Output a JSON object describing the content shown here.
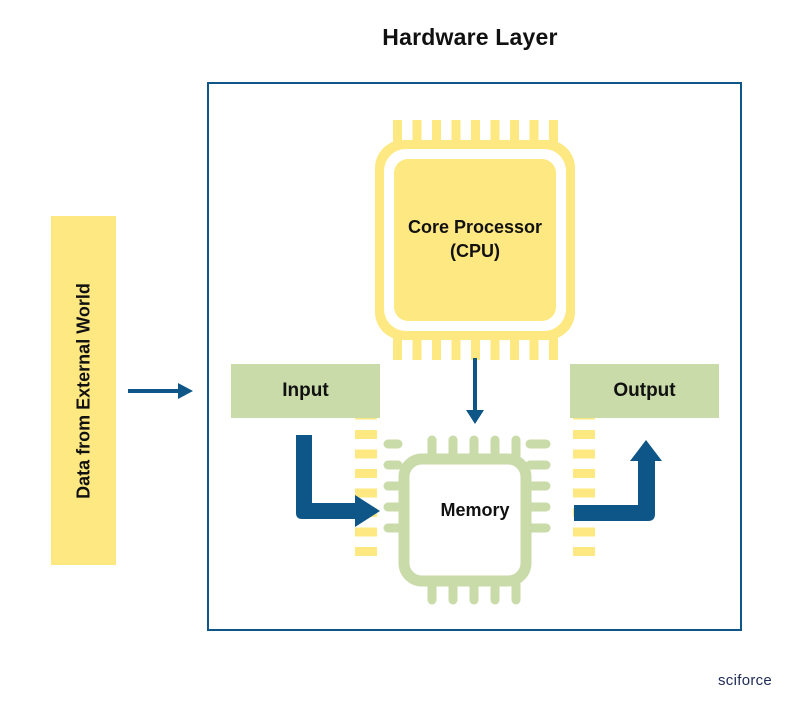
{
  "title": "Hardware Layer",
  "external": {
    "label": "Data from External World"
  },
  "cpu": {
    "line1": "Core Processor",
    "line2": "(CPU)"
  },
  "input": {
    "label": "Input"
  },
  "output": {
    "label": "Output"
  },
  "memory": {
    "label": "Memory"
  },
  "logo": {
    "text": "sciforce"
  },
  "colors": {
    "frame": "#0d5687",
    "arrow": "#0d5687",
    "cpu": "#fde882",
    "io_box": "#c9dba9",
    "memory": "#c9dba9"
  }
}
